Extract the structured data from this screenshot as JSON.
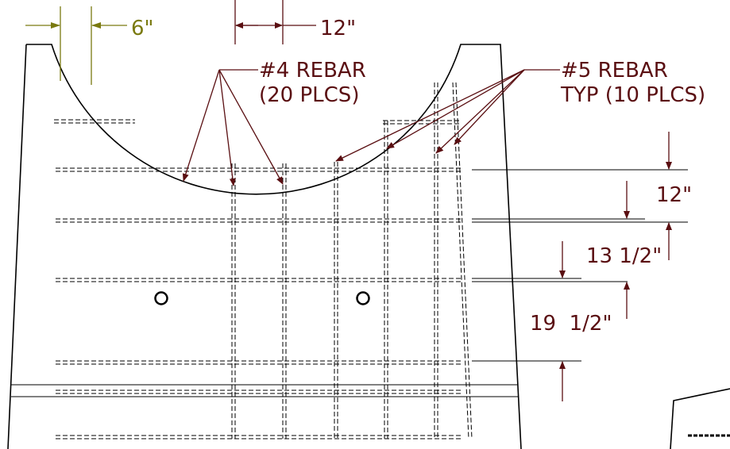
{
  "labels": {
    "dim_6": "6\"",
    "dim_12_top": "12\"",
    "rebar4_line1": "#4 REBAR",
    "rebar4_line2": "(20 PLCS)",
    "rebar5_line1": "#5 REBAR",
    "rebar5_line2": "TYP (10 PLCS)",
    "dim_12_right": "12\"",
    "dim_13_5": "13 1/2\"",
    "dim_19_5": "19  1/2\""
  },
  "colors": {
    "annotation": "#5a0f12",
    "dimension_olive": "#7a7a10",
    "outline": "#000000"
  }
}
